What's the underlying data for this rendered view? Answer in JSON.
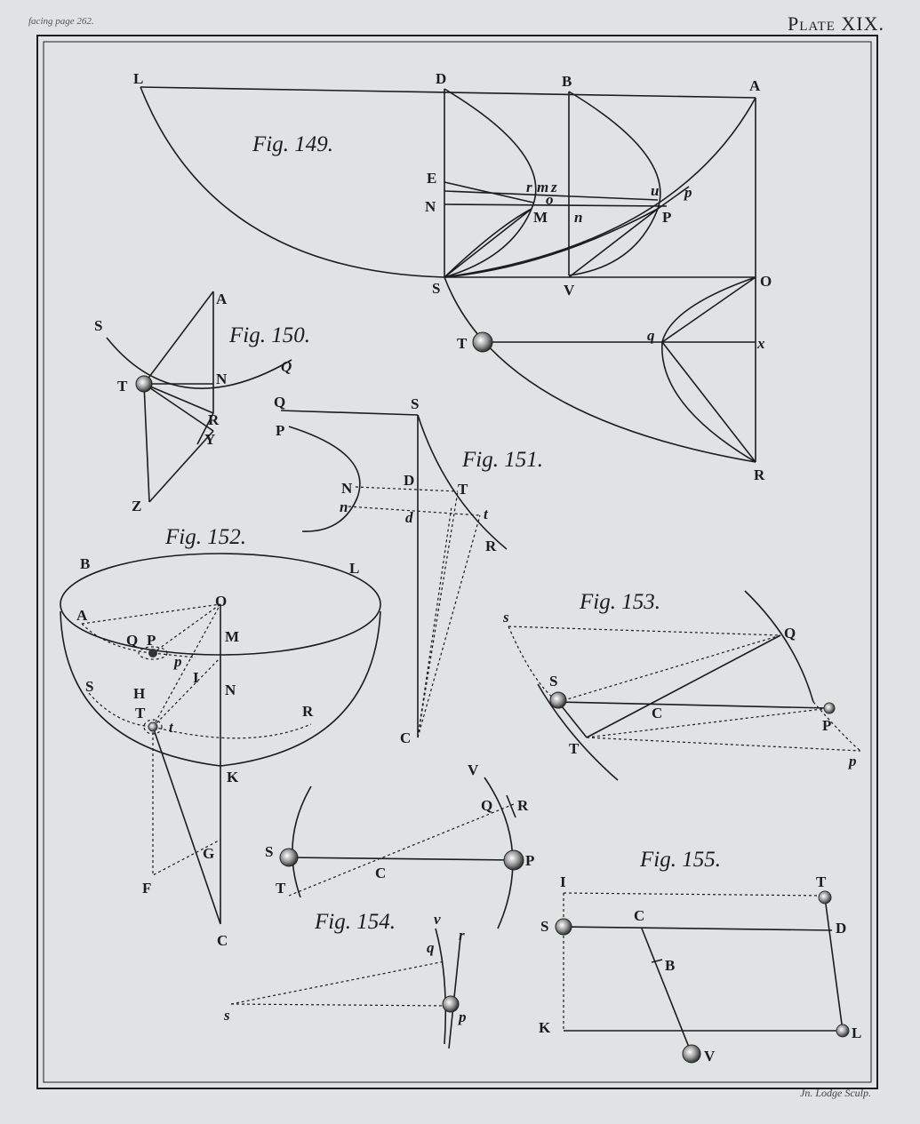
{
  "header": {
    "facing_page": "facing page 262.",
    "plate_title": "Plate XIX.",
    "engraver": "Jn. Lodge Sculp."
  },
  "figures": {
    "f149": {
      "title": "Fig. 149.",
      "labels": {
        "L": "L",
        "D": "D",
        "B": "B",
        "A": "A",
        "E": "E",
        "N": "N",
        "r": "r",
        "m": "m",
        "z": "z",
        "o": "o",
        "M": "M",
        "n": "n",
        "u": "u",
        "p": "p",
        "P": "P",
        "S": "S",
        "V": "V",
        "O": "O",
        "T": "T",
        "q": "q",
        "x": "x",
        "R": "R"
      }
    },
    "f150": {
      "title": "Fig. 150.",
      "labels": {
        "A": "A",
        "S": "S",
        "T": "T",
        "N": "N",
        "Q": "Q",
        "R": "R",
        "Y": "Y",
        "Z": "Z"
      }
    },
    "f151": {
      "title": "Fig. 151.",
      "labels": {
        "Q": "Q",
        "S": "S",
        "P": "P",
        "N": "N",
        "n": "n",
        "D": "D",
        "d": "d",
        "T": "T",
        "t": "t",
        "R": "R",
        "C": "C"
      }
    },
    "f152": {
      "title": "Fig. 152.",
      "labels": {
        "B": "B",
        "L": "L",
        "O": "O",
        "A": "A",
        "M": "M",
        "Q": "Q",
        "P": "P",
        "p": "p",
        "I": "I",
        "H": "H",
        "N": "N",
        "S": "S",
        "T": "T",
        "t": "t",
        "R": "R",
        "K": "K",
        "G": "G",
        "F": "F",
        "C": "C"
      }
    },
    "f153": {
      "title": "Fig. 153.",
      "labels": {
        "s": "s",
        "Q": "Q",
        "S": "S",
        "C": "C",
        "P": "P",
        "T": "T",
        "p": "p"
      }
    },
    "f154": {
      "title": "Fig. 154.",
      "labels": {
        "V": "V",
        "Q": "Q",
        "R": "R",
        "S": "S",
        "P": "P",
        "C": "C",
        "T": "T",
        "v": "v",
        "r": "r",
        "q": "q",
        "s": "s",
        "p": "p"
      }
    },
    "f155": {
      "title": "Fig. 155.",
      "labels": {
        "I": "I",
        "T": "T",
        "S": "S",
        "C": "C",
        "D": "D",
        "B": "B",
        "K": "K",
        "L": "L",
        "V": "V"
      }
    }
  },
  "colors": {
    "paper": "#dfe3e3",
    "ink": "#1c1c1c"
  }
}
